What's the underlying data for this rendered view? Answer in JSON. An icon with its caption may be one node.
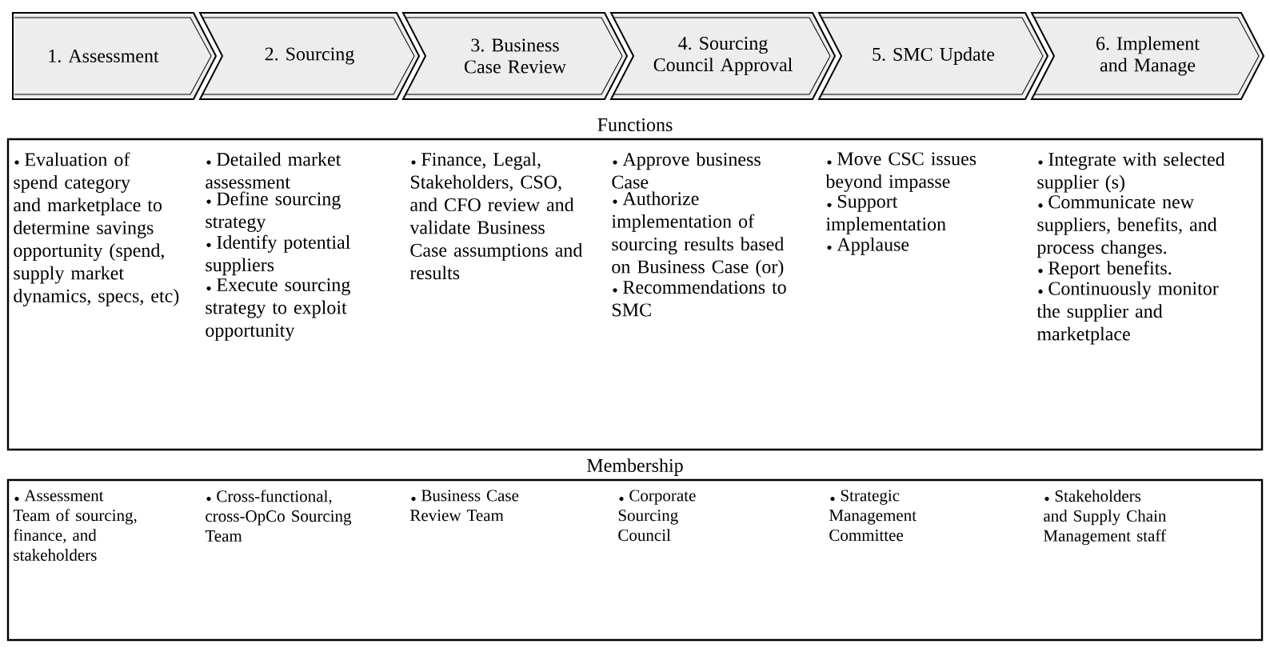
{
  "diagram": {
    "nodes": [
      {
        "text": [
          "1. Assessment"
        ]
      },
      {
        "text": [
          "2. Sourcing"
        ]
      },
      {
        "text": [
          "3. Business Case Review"
        ]
      },
      {
        "text": [
          "4. Sourcing Council Approval"
        ]
      },
      {
        "text": [
          "5. SMC Update"
        ]
      },
      {
        "text": [
          "6. Implement and Manage"
        ]
      },
      {
        "text": [
          "Functions"
        ]
      },
      {
        "text": [
          "Membership"
        ]
      }
    ],
    "labels": [
      "Evaluation of spend category and marketplace to determine savings opportunity (spend, supply market dynamics, specs, etc)",
      "Detailed market assessment",
      "Define sourcing strategy",
      "Identify potential suppliers",
      "Execute sourcing strategy to exploit opportunity",
      "Finance, Legal, Stakeholders, CSO, and CFO review and validate Business Case assumptions and results",
      "Approve business Case",
      "Authorize implementation of sourcing results based on Business Case (or)",
      "Recommendations to SMC",
      "Move CSC issues beyond impasse",
      "Support implementation",
      "Applause",
      "Integrate with selected supplier (s)",
      "Communicate new suppliers, benefits, and process changes.",
      "Report benefits.",
      "Continuously monitor the supplier and marketplace",
      "Assessment Team of sourcing, finance, and stakeholders",
      "Cross-functional, cross-OpCo Sourcing Team",
      "Business Case Review Team",
      "Corporate Sourcing Council",
      "Strategic Management Committee",
      "Stakeholders and Supply Chain Management staff"
    ]
  }
}
